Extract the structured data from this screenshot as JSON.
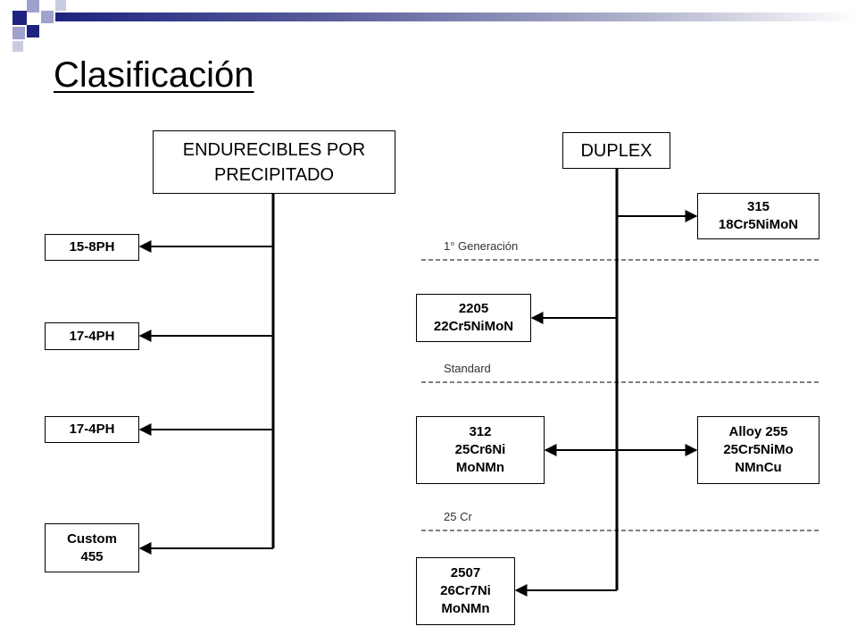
{
  "title": "Clasificación",
  "colors": {
    "accent_dark": "#1e2380",
    "accent_light": "#8c90c0",
    "line": "#000000"
  },
  "left": {
    "header": "ENDURECIBLES POR\nPRECIPITADO",
    "items": [
      "15-8PH",
      "17-4PH",
      "17-4PH",
      "Custom\n455"
    ]
  },
  "right": {
    "header": "DUPLEX",
    "boxes": {
      "b315": "315\n18Cr5NiMoN",
      "b2205": "2205\n22Cr5NiMoN",
      "b312": "312\n25Cr6Ni\nMoNMn",
      "b255": "Alloy 255\n25Cr5NiMo\nNMnCu",
      "b2507": "2507\n26Cr7Ni\nMoNMn"
    },
    "labels": {
      "gen1": "1° Generación",
      "standard": "Standard",
      "cr25": "25 Cr"
    }
  }
}
